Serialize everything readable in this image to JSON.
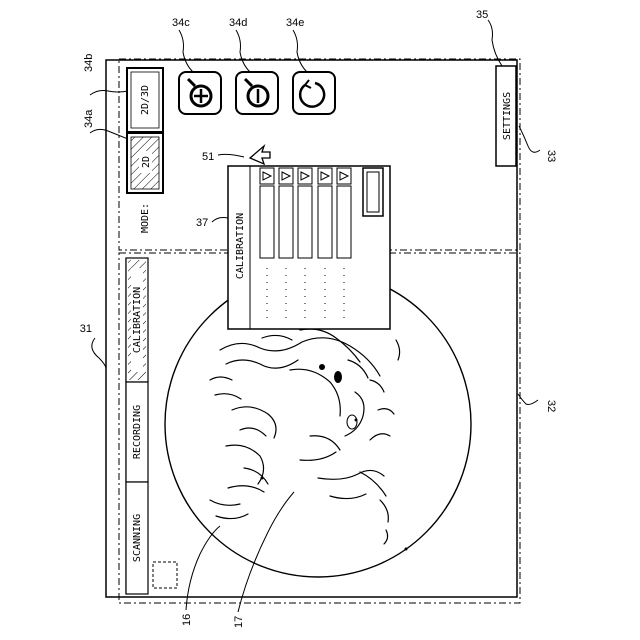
{
  "mode_label": "MODE:",
  "mode_buttons": {
    "btn_2d": "2D",
    "btn_2d3d": "2D/3D"
  },
  "settings_label": "SETTINGS",
  "tabs": [
    "SCANNING",
    "RECORDING",
    "CALIBRATION"
  ],
  "calibration_panel": {
    "title": "CALIBRATION"
  },
  "refs": {
    "r31": "31",
    "r32": "32",
    "r33": "33",
    "r35": "35",
    "r34a": "34a",
    "r34b": "34b",
    "r34c": "34c",
    "r34d": "34d",
    "r34e": "34e",
    "r37": "37",
    "r51": "51",
    "r16": "16",
    "r17": "17"
  }
}
